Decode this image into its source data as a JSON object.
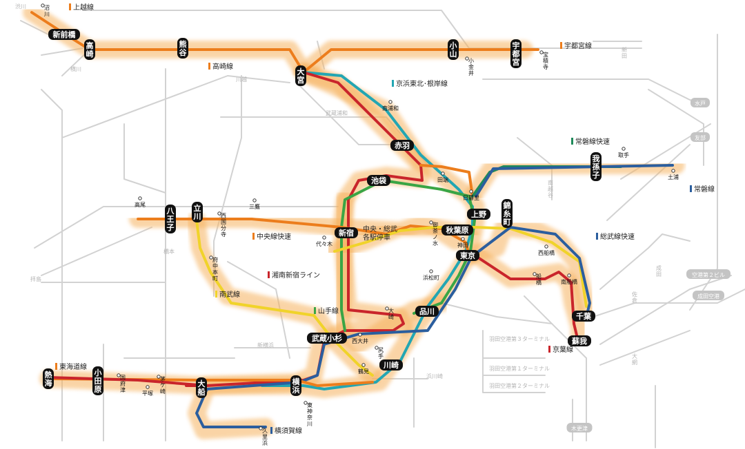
{
  "colors": {
    "glow": "#f6b25e",
    "grey": "#d2d2d2",
    "orange": "#ec7d1c",
    "red": "#c9252b",
    "teal": "#23a6b3",
    "green": "#3aa545",
    "yellow": "#f0d32a",
    "blue": "#2b5e9e",
    "darkgreen": "#1f8a5a"
  },
  "legend": [
    {
      "key": "joetsu",
      "label": "上越線",
      "color": "#ec7d1c"
    },
    {
      "key": "utsunomiya",
      "label": "宇都宮線",
      "color": "#ec7d1c"
    },
    {
      "key": "takasaki",
      "label": "高崎線",
      "color": "#ec7d1c"
    },
    {
      "key": "keihin",
      "label": "京浜東北･根岸線",
      "color": "#23a6b3"
    },
    {
      "key": "joban_rapid",
      "label": "常磐線快速",
      "color": "#1f8a5a"
    },
    {
      "key": "joban",
      "label": "常磐線",
      "color": "#2b5e9e"
    },
    {
      "key": "chuo",
      "label": "中央線快速",
      "color": "#ec7d1c"
    },
    {
      "key": "sobu_rapid",
      "label": "総武線快速",
      "color": "#2b5e9e"
    },
    {
      "key": "shonan",
      "label": "湘南新宿ライン",
      "color": "#c9252b"
    },
    {
      "key": "nambu",
      "label": "南武線",
      "color": "#f0d32a"
    },
    {
      "key": "yamanote",
      "label": "山手線",
      "color": "#3aa545"
    },
    {
      "key": "keiyo",
      "label": "京葉線",
      "color": "#c9252b"
    },
    {
      "key": "tokaido",
      "label": "東海道線",
      "color": "#ec7d1c"
    },
    {
      "key": "yokosuka",
      "label": "横須賀線",
      "color": "#2b5e9e"
    }
  ],
  "chuo_sobu_local": "中央・総武 各駅停車",
  "major_stations": [
    {
      "key": "shinmaebashi",
      "name": "新前橋"
    },
    {
      "key": "takasaki",
      "name": "高崎"
    },
    {
      "key": "kumagaya",
      "name": "熊谷"
    },
    {
      "key": "omiya",
      "name": "大宮"
    },
    {
      "key": "oyama",
      "name": "小山"
    },
    {
      "key": "utsunomiya",
      "name": "宇都宮"
    },
    {
      "key": "akabane",
      "name": "赤羽"
    },
    {
      "key": "ikebukuro",
      "name": "池袋"
    },
    {
      "key": "abiko",
      "name": "我孫子"
    },
    {
      "key": "ueno",
      "name": "上野"
    },
    {
      "key": "kinshicho",
      "name": "錦糸町"
    },
    {
      "key": "akihabara",
      "name": "秋葉原"
    },
    {
      "key": "shinjuku",
      "name": "新宿"
    },
    {
      "key": "hachioji",
      "name": "八王子"
    },
    {
      "key": "tachikawa",
      "name": "立川"
    },
    {
      "key": "tokyo",
      "name": "東京"
    },
    {
      "key": "shinagawa",
      "name": "品川"
    },
    {
      "key": "chiba",
      "name": "千葉"
    },
    {
      "key": "soga",
      "name": "蘇我"
    },
    {
      "key": "musashikosugi",
      "name": "武蔵小杉"
    },
    {
      "key": "kawasaki",
      "name": "川崎"
    },
    {
      "key": "yokohama",
      "name": "横浜"
    },
    {
      "key": "ofuna",
      "name": "大船"
    },
    {
      "key": "odawara",
      "name": "小田原"
    },
    {
      "key": "atami",
      "name": "熱海"
    }
  ],
  "minor_stations": [
    {
      "key": "numata",
      "name": "沼川"
    },
    {
      "key": "koganei",
      "name": "小金井"
    },
    {
      "key": "hoshakuji",
      "name": "宝積寺"
    },
    {
      "key": "minamiurawa",
      "name": "南浦和"
    },
    {
      "key": "tabata",
      "name": "田端"
    },
    {
      "key": "nippori",
      "name": "日暮里"
    },
    {
      "key": "toride",
      "name": "取手"
    },
    {
      "key": "tsuchiura",
      "name": "土浦"
    },
    {
      "key": "takao",
      "name": "高尾"
    },
    {
      "key": "mitaka",
      "name": "三鷹"
    },
    {
      "key": "nishikokubunji",
      "name": "西国分寺"
    },
    {
      "key": "yoyogi",
      "name": "代々木"
    },
    {
      "key": "ochanomizu",
      "name": "御茶ノ水"
    },
    {
      "key": "kanda",
      "name": "神田"
    },
    {
      "key": "fuchuhommachi",
      "name": "府中本町"
    },
    {
      "key": "hamamatsucho",
      "name": "浜松町"
    },
    {
      "key": "nishifunabashi",
      "name": "西船橋"
    },
    {
      "key": "funabashi",
      "name": "船橋"
    },
    {
      "key": "minamifunabashi",
      "name": "南船橋"
    },
    {
      "key": "osaki",
      "name": "大崎"
    },
    {
      "key": "nishioi",
      "name": "西大井"
    },
    {
      "key": "shitte",
      "name": "尻手"
    },
    {
      "key": "tsurumi",
      "name": "鶴見"
    },
    {
      "key": "kokufutsu",
      "name": "国府津"
    },
    {
      "key": "chigasaki",
      "name": "茅ケ崎"
    },
    {
      "key": "hiratsuka",
      "name": "平塚"
    },
    {
      "key": "higashikanagawa",
      "name": "東神奈川"
    },
    {
      "key": "kurihama",
      "name": "久里浜"
    }
  ],
  "grey_labels": [
    {
      "key": "shibukawa",
      "name": "渋川"
    },
    {
      "key": "yokokawa",
      "name": "横川"
    },
    {
      "key": "ojima",
      "name": "新田"
    },
    {
      "key": "mito",
      "name": "水戸"
    },
    {
      "key": "tomobe",
      "name": "友部"
    },
    {
      "key": "narita",
      "name": "成田"
    },
    {
      "key": "airport2",
      "name": "空港第２ビル"
    },
    {
      "key": "naritaairport",
      "name": "成田空港"
    },
    {
      "key": "haneda3",
      "name": "羽田空港第３ターミナル"
    },
    {
      "key": "haneda1",
      "name": "羽田空港第１ターミナル"
    },
    {
      "key": "haneda2",
      "name": "羽田空港第２ターミナル"
    },
    {
      "key": "hamakawasaki",
      "name": "浜川崎"
    },
    {
      "key": "shinyokohama",
      "name": "新横浜"
    },
    {
      "key": "kisarazu",
      "name": "木更津"
    },
    {
      "key": "hashimoto",
      "name": "橋本"
    },
    {
      "key": "sakura",
      "name": "佐倉"
    },
    {
      "key": "oami",
      "name": "大網"
    },
    {
      "key": "kawagoe",
      "name": "川越"
    },
    {
      "key": "musashiurawa",
      "name": "武蔵浦和"
    },
    {
      "key": "kitakoshigaya",
      "name": "南越谷"
    },
    {
      "key": "takahagi",
      "name": "拝島"
    }
  ]
}
